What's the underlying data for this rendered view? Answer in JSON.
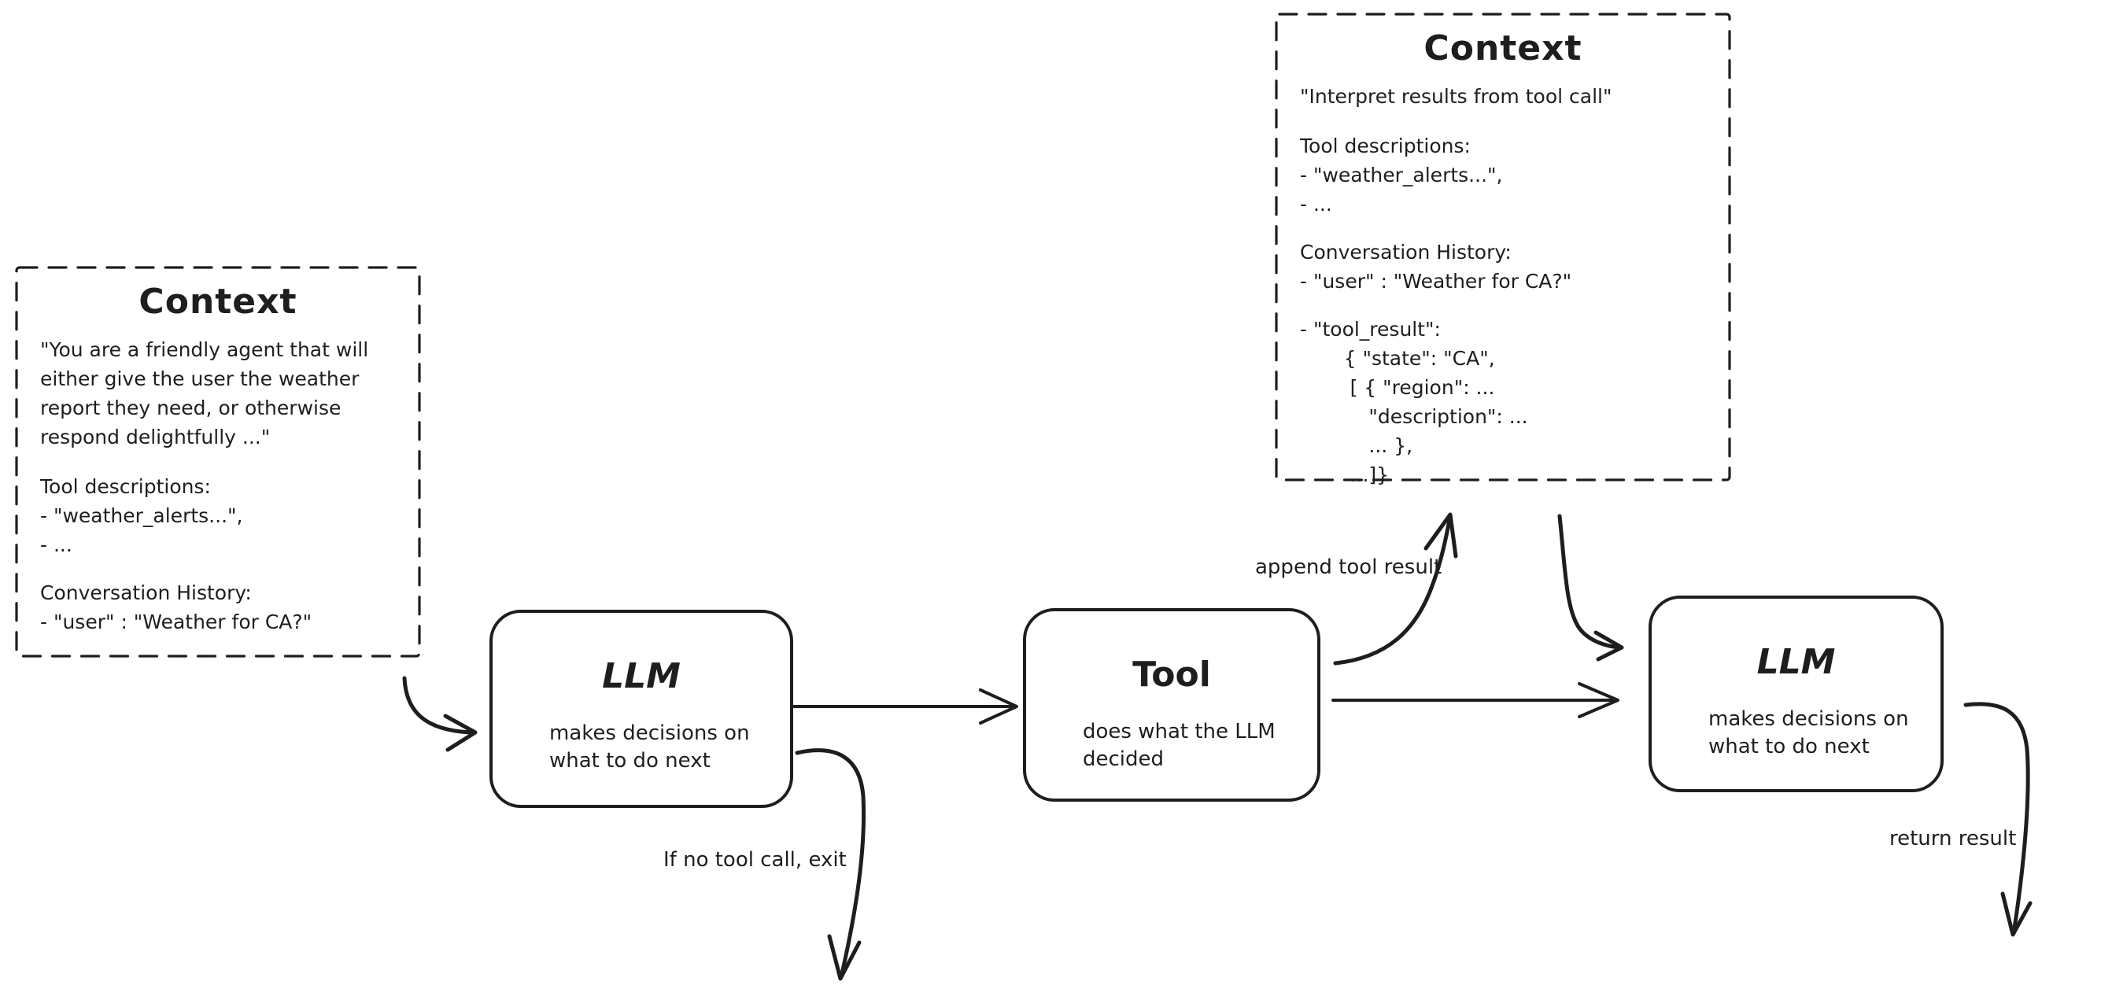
{
  "diagram": {
    "ink_color": "#1e1e1e",
    "background_color": "#ffffff"
  },
  "context_left": {
    "title": "Context",
    "system_prompt": [
      "\"You are a friendly agent that will",
      "either give the user the weather",
      "report they need, or otherwise",
      "respond delightfully ...\""
    ],
    "tool_descriptions": [
      "Tool descriptions:",
      "- \"weather_alerts...\",",
      "- ..."
    ],
    "conversation_history": [
      "Conversation History:",
      "- \"user\" : \"Weather for CA?\""
    ]
  },
  "context_right": {
    "title": "Context",
    "instruction": [
      "\"Interpret results from tool call\""
    ],
    "tool_descriptions": [
      "Tool descriptions:",
      "- \"weather_alerts...\",",
      "- ..."
    ],
    "conversation_history": [
      "Conversation History:",
      "- \"user\" : \"Weather for CA?\""
    ],
    "tool_result": [
      "- \"tool_result\":",
      "       { \"state\": \"CA\",",
      "        [ { \"region\": ...",
      "           \"description\": ...",
      "           ... },",
      "        ...]}"
    ]
  },
  "nodes": {
    "llm1": {
      "title": "LLM",
      "body": [
        "makes decisions on",
        "what to do next"
      ]
    },
    "tool": {
      "title": "Tool",
      "body": [
        "does what the LLM",
        "decided"
      ]
    },
    "llm2": {
      "title": "LLM",
      "body": [
        "makes decisions on",
        "what to do next"
      ]
    }
  },
  "arrow_labels": {
    "append_tool_result": "append tool result",
    "if_no_tool_call": "If no tool call, exit",
    "return_result": "return result"
  }
}
